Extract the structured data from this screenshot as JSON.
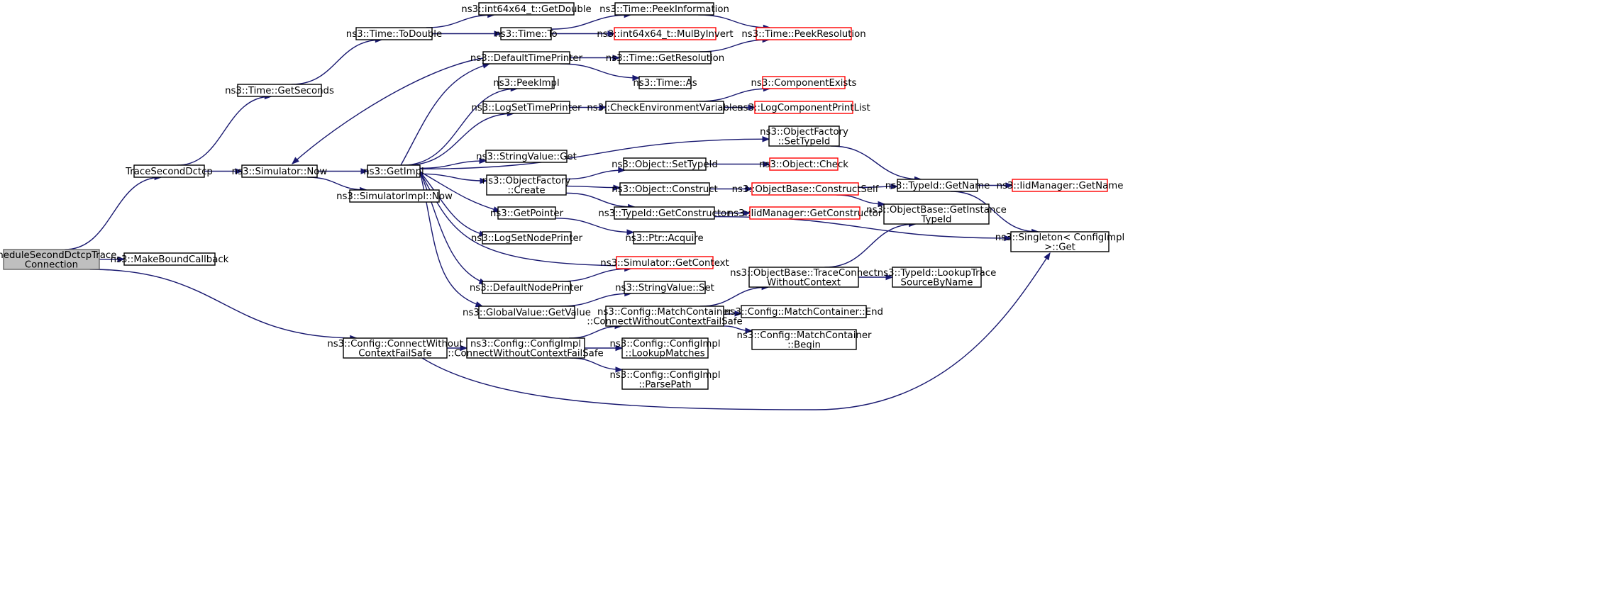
{
  "colors": {
    "edge": "#191970",
    "node_fill": "#ffffff",
    "node_border": "#000000",
    "node_border_truncated": "#ff0000",
    "root_fill": "#bfbfbf",
    "root_border": "#666666"
  },
  "nodes": [
    {
      "id": "root",
      "lines": [
        "ScheduleSecondDctcpTrace",
        "Connection"
      ],
      "style": "root"
    },
    {
      "id": "tsd",
      "lines": [
        "TraceSecondDctcp"
      ],
      "style": "normal"
    },
    {
      "id": "mbc",
      "lines": [
        "ns3::MakeBoundCallback"
      ],
      "style": "normal"
    },
    {
      "id": "ccwcfs",
      "lines": [
        "ns3::Config::ConnectWithout",
        "ContextFailSafe"
      ],
      "style": "normal"
    },
    {
      "id": "tgs",
      "lines": [
        "ns3::Time::GetSeconds"
      ],
      "style": "normal"
    },
    {
      "id": "snow",
      "lines": [
        "ns3::Simulator::Now"
      ],
      "style": "normal"
    },
    {
      "id": "ttd",
      "lines": [
        "ns3::Time::ToDouble"
      ],
      "style": "normal"
    },
    {
      "id": "getimpl",
      "lines": [
        "ns3::GetImpl"
      ],
      "style": "normal"
    },
    {
      "id": "siNow",
      "lines": [
        "ns3::SimulatorImpl::Now"
      ],
      "style": "normal"
    },
    {
      "id": "i64gd",
      "lines": [
        "ns3::int64x64_t::GetDouble"
      ],
      "style": "normal"
    },
    {
      "id": "tto",
      "lines": [
        "ns3::Time::To"
      ],
      "style": "normal"
    },
    {
      "id": "dtp",
      "lines": [
        "ns3::DefaultTimePrinter"
      ],
      "style": "normal"
    },
    {
      "id": "peekimpl",
      "lines": [
        "ns3::PeekImpl"
      ],
      "style": "normal"
    },
    {
      "id": "lstp",
      "lines": [
        "ns3::LogSetTimePrinter"
      ],
      "style": "normal"
    },
    {
      "id": "svget",
      "lines": [
        "ns3::StringValue::Get"
      ],
      "style": "normal"
    },
    {
      "id": "ofcreate",
      "lines": [
        "ns3::ObjectFactory",
        "::Create"
      ],
      "style": "normal"
    },
    {
      "id": "getptr",
      "lines": [
        "ns3::GetPointer"
      ],
      "style": "normal"
    },
    {
      "id": "lsnp",
      "lines": [
        "ns3::LogSetNodePrinter"
      ],
      "style": "normal"
    },
    {
      "id": "dnp",
      "lines": [
        "ns3::DefaultNodePrinter"
      ],
      "style": "normal"
    },
    {
      "id": "gvgv",
      "lines": [
        "ns3::GlobalValue::GetValue"
      ],
      "style": "normal"
    },
    {
      "id": "ccfs",
      "lines": [
        "ns3::Config::ConfigImpl",
        "::ConnectWithoutContextFailSafe"
      ],
      "style": "normal"
    },
    {
      "id": "tpi",
      "lines": [
        "ns3::Time::PeekInformation"
      ],
      "style": "normal"
    },
    {
      "id": "i64mbi",
      "lines": [
        "ns3::int64x64_t::MulByInvert"
      ],
      "style": "truncated"
    },
    {
      "id": "tgr",
      "lines": [
        "ns3::Time::GetResolution"
      ],
      "style": "normal"
    },
    {
      "id": "tas",
      "lines": [
        "ns3::Time::As"
      ],
      "style": "normal"
    },
    {
      "id": "cev",
      "lines": [
        "ns3::CheckEnvironmentVariables"
      ],
      "style": "normal"
    },
    {
      "id": "osti",
      "lines": [
        "ns3::Object::SetTypeId"
      ],
      "style": "normal"
    },
    {
      "id": "oconstruct",
      "lines": [
        "ns3::Object::Construct"
      ],
      "style": "normal"
    },
    {
      "id": "tigc",
      "lines": [
        "ns3::TypeId::GetConstructor"
      ],
      "style": "normal"
    },
    {
      "id": "pacq",
      "lines": [
        "ns3::Ptr::Acquire"
      ],
      "style": "normal"
    },
    {
      "id": "sgc",
      "lines": [
        "ns3::Simulator::GetContext"
      ],
      "style": "truncated"
    },
    {
      "id": "svset",
      "lines": [
        "ns3::StringValue::Set"
      ],
      "style": "normal"
    },
    {
      "id": "mccwcfs",
      "lines": [
        "ns3::Config::MatchContainer",
        "::ConnectWithoutContextFailSafe"
      ],
      "style": "normal"
    },
    {
      "id": "cilm",
      "lines": [
        "ns3::Config::ConfigImpl",
        "::LookupMatches"
      ],
      "style": "normal"
    },
    {
      "id": "cipp",
      "lines": [
        "ns3::Config::ConfigImpl",
        "::ParsePath"
      ],
      "style": "normal"
    },
    {
      "id": "tpr",
      "lines": [
        "ns3::Time::PeekResolution"
      ],
      "style": "truncated"
    },
    {
      "id": "cexists",
      "lines": [
        "ns3::ComponentExists"
      ],
      "style": "truncated"
    },
    {
      "id": "lcpl",
      "lines": [
        "ns3::LogComponentPrintList"
      ],
      "style": "truncated"
    },
    {
      "id": "ofsti",
      "lines": [
        "ns3::ObjectFactory",
        "::SetTypeId"
      ],
      "style": "normal"
    },
    {
      "id": "ocheck",
      "lines": [
        "ns3::Object::Check"
      ],
      "style": "truncated"
    },
    {
      "id": "obcs",
      "lines": [
        "ns3::ObjectBase::ConstructSelf"
      ],
      "style": "truncated"
    },
    {
      "id": "imgc",
      "lines": [
        "ns3::IidManager::GetConstructor"
      ],
      "style": "truncated"
    },
    {
      "id": "obtcwc",
      "lines": [
        "ns3::ObjectBase::TraceConnect",
        "WithoutContext"
      ],
      "style": "normal"
    },
    {
      "id": "mcend",
      "lines": [
        "ns3::Config::MatchContainer::End"
      ],
      "style": "normal"
    },
    {
      "id": "mcbegin",
      "lines": [
        "ns3::Config::MatchContainer",
        "::Begin"
      ],
      "style": "normal"
    },
    {
      "id": "tign",
      "lines": [
        "ns3::TypeId::GetName"
      ],
      "style": "normal"
    },
    {
      "id": "obgit",
      "lines": [
        "ns3::ObjectBase::GetInstance",
        "TypeId"
      ],
      "style": "normal"
    },
    {
      "id": "tilts",
      "lines": [
        "ns3::TypeId::LookupTrace",
        "SourceByName"
      ],
      "style": "normal"
    },
    {
      "id": "imgn",
      "lines": [
        "ns3::IidManager::GetName"
      ],
      "style": "truncated"
    },
    {
      "id": "sget",
      "lines": [
        "ns3::Singleton< ConfigImpl",
        " >::Get"
      ],
      "style": "normal"
    }
  ],
  "edges": [
    [
      "root",
      "tsd"
    ],
    [
      "root",
      "mbc"
    ],
    [
      "root",
      "ccwcfs"
    ],
    [
      "tsd",
      "tgs"
    ],
    [
      "tsd",
      "snow"
    ],
    [
      "tgs",
      "ttd"
    ],
    [
      "ttd",
      "i64gd"
    ],
    [
      "ttd",
      "tto"
    ],
    [
      "tto",
      "tpi"
    ],
    [
      "tto",
      "i64mbi"
    ],
    [
      "tpi",
      "tpr"
    ],
    [
      "snow",
      "getimpl"
    ],
    [
      "snow",
      "siNow"
    ],
    [
      "getimpl",
      "dtp"
    ],
    [
      "getimpl",
      "peekimpl"
    ],
    [
      "getimpl",
      "lstp"
    ],
    [
      "getimpl",
      "ofsti"
    ],
    [
      "getimpl",
      "svget"
    ],
    [
      "getimpl",
      "ofcreate"
    ],
    [
      "getimpl",
      "getptr"
    ],
    [
      "getimpl",
      "lsnp"
    ],
    [
      "getimpl",
      "sgc"
    ],
    [
      "getimpl",
      "dnp"
    ],
    [
      "getimpl",
      "gvgv"
    ],
    [
      "dtp",
      "snow"
    ],
    [
      "dtp",
      "tgr"
    ],
    [
      "dtp",
      "tas"
    ],
    [
      "tgr",
      "tpr"
    ],
    [
      "lstp",
      "cev"
    ],
    [
      "cev",
      "cexists"
    ],
    [
      "cev",
      "lcpl"
    ],
    [
      "ofsti",
      "tign"
    ],
    [
      "tign",
      "imgn"
    ],
    [
      "tign",
      "sget"
    ],
    [
      "ofcreate",
      "osti"
    ],
    [
      "ofcreate",
      "oconstruct"
    ],
    [
      "ofcreate",
      "tigc"
    ],
    [
      "osti",
      "ocheck"
    ],
    [
      "oconstruct",
      "obcs"
    ],
    [
      "obcs",
      "tign"
    ],
    [
      "obcs",
      "obgit"
    ],
    [
      "tigc",
      "imgc"
    ],
    [
      "tigc",
      "sget"
    ],
    [
      "getptr",
      "pacq"
    ],
    [
      "dnp",
      "sgc"
    ],
    [
      "gvgv",
      "svset"
    ],
    [
      "ccwcfs",
      "ccfs"
    ],
    [
      "ccwcfs",
      "sget"
    ],
    [
      "ccfs",
      "mccwcfs"
    ],
    [
      "ccfs",
      "cilm"
    ],
    [
      "ccfs",
      "cipp"
    ],
    [
      "mccwcfs",
      "obtcwc"
    ],
    [
      "mccwcfs",
      "mcend"
    ],
    [
      "mccwcfs",
      "mcbegin"
    ],
    [
      "obtcwc",
      "obgit"
    ],
    [
      "obtcwc",
      "tilts"
    ]
  ]
}
